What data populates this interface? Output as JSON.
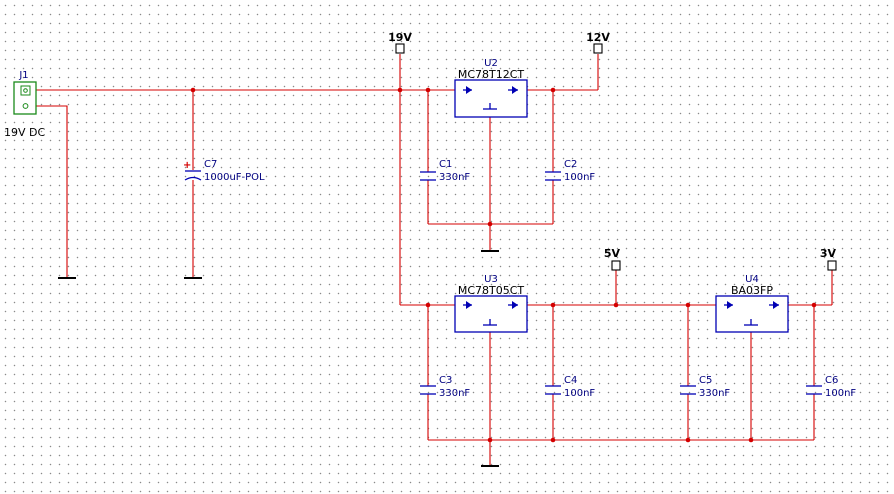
{
  "connector": {
    "ref": "J1",
    "value": "19V DC"
  },
  "net_labels": {
    "v19": "19V",
    "v12": "12V",
    "v5": "5V",
    "v3": "3V"
  },
  "regulators": {
    "u2": {
      "ref": "U2",
      "part": "MC78T12CT"
    },
    "u3": {
      "ref": "U3",
      "part": "MC78T05CT"
    },
    "u4": {
      "ref": "U4",
      "part": "BA03FP"
    }
  },
  "capacitors": {
    "c1": {
      "ref": "C1",
      "value": "330nF"
    },
    "c2": {
      "ref": "C2",
      "value": "100nF"
    },
    "c3": {
      "ref": "C3",
      "value": "330nF"
    },
    "c4": {
      "ref": "C4",
      "value": "100nF"
    },
    "c5": {
      "ref": "C5",
      "value": "330nF"
    },
    "c6": {
      "ref": "C6",
      "value": "100nF"
    },
    "c7": {
      "ref": "C7",
      "value": "1000uF-POL",
      "polarity": "+"
    }
  },
  "colors": {
    "wire": "#d40000",
    "part": "#0000b4",
    "connector": "#1a8a1a",
    "ground": "#000000",
    "grid_dot": "#8a8a8a"
  }
}
